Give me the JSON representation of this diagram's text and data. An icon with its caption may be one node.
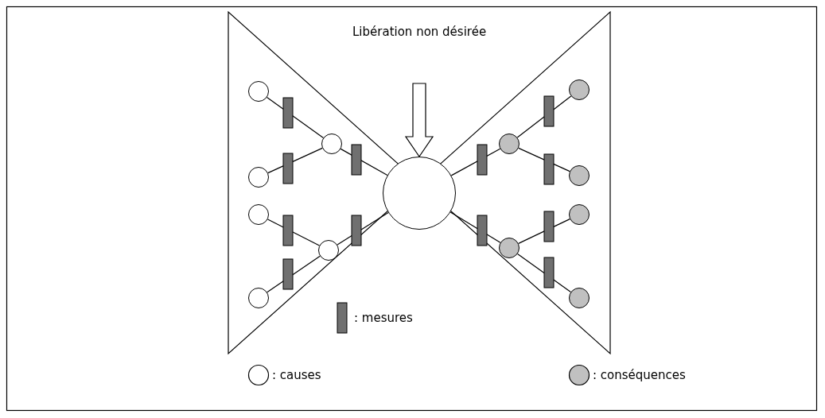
{
  "diagram": {
    "nodes": [
      {
        "text": [
          "Libération non désirée"
        ]
      },
      {
        "text": [],
        "shape": "circle"
      },
      {
        "text": [],
        "shape": "circle"
      },
      {
        "text": [],
        "shape": "circle"
      },
      {
        "text": [],
        "shape": "circle"
      },
      {
        "text": [],
        "shape": "circle"
      },
      {
        "text": [],
        "shape": "circle"
      },
      {
        "text": [],
        "shape": "circle"
      },
      {
        "text": [],
        "shape": "circle"
      },
      {
        "text": [],
        "shape": "circle"
      },
      {
        "text": [],
        "shape": "circle"
      },
      {
        "text": [],
        "shape": "circle"
      },
      {
        "text": [],
        "shape": "circle"
      },
      {
        "text": [],
        "shape": "circle"
      }
    ],
    "edges": [
      {
        "from": 1,
        "to": 5,
        "arrow": "none"
      },
      {
        "from": 2,
        "to": 5,
        "arrow": "none"
      },
      {
        "from": 5,
        "to": 7,
        "arrow": "none"
      },
      {
        "from": 3,
        "to": 6,
        "arrow": "none"
      },
      {
        "from": 4,
        "to": 6,
        "arrow": "none"
      },
      {
        "from": 6,
        "to": 7,
        "arrow": "none"
      },
      {
        "from": 7,
        "to": 8,
        "arrow": "none"
      },
      {
        "from": 8,
        "to": 10,
        "arrow": "none"
      },
      {
        "from": 8,
        "to": 11,
        "arrow": "none"
      },
      {
        "from": 7,
        "to": 9,
        "arrow": "none"
      },
      {
        "from": 9,
        "to": 12,
        "arrow": "none"
      },
      {
        "from": 9,
        "to": 13,
        "arrow": "none"
      },
      {
        "from": 0,
        "to": 7,
        "arrow": "to"
      }
    ],
    "legend": [
      {
        "text": ": mesures"
      },
      {
        "text": ": causes"
      },
      {
        "text": ": conséquences"
      }
    ]
  }
}
